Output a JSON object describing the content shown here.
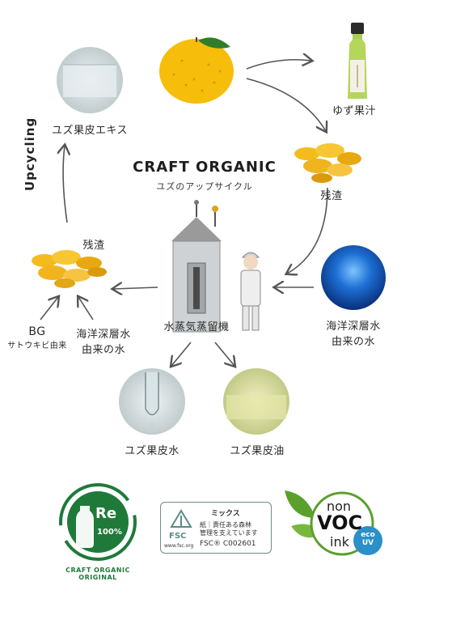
{
  "diagram": {
    "title": "CRAFT ORGANIC",
    "subtitle": "ユズのアップサイクル",
    "cycle_label": "Upcycling",
    "nodes": {
      "yuzu_juice": "ゆず果汁",
      "residue_right": "残渣",
      "deep_sea_water_right": [
        "海洋深層水",
        "由来の水"
      ],
      "distiller": "水蒸気蒸留機",
      "residue_left": "残渣",
      "bg": [
        "BG",
        "サトウキビ由来"
      ],
      "deep_sea_water_left": [
        "海洋深層水",
        "由来の水"
      ],
      "peel_extract": "ユズ果皮エキス",
      "peel_water": "ユズ果皮水",
      "peel_oil": "ユズ果皮油"
    }
  },
  "logos": {
    "re_badge": {
      "mark": "Re",
      "percent": "100%",
      "caption_line1": "CRAFT ORGANIC",
      "caption_line2": "ORIGINAL"
    },
    "fsc": {
      "brand": "FSC",
      "site": "www.fsc.org",
      "mix_label": "ミックス",
      "line1": "紙｜責任ある森林",
      "line2": "管理を支えています",
      "code": "FSC® C002601"
    },
    "voc": {
      "top": "non",
      "middle": "VOC",
      "bottom": "ink",
      "badge_line1": "eco",
      "badge_line2": "UV"
    }
  },
  "colors": {
    "yuzu": "#f5b800",
    "leaf": "#3a8a2e",
    "logo_green": "#1f7a3a",
    "voc_green": "#5aa02c",
    "ocean": "#1a63c6",
    "fsc_teal": "#5b8b84"
  }
}
